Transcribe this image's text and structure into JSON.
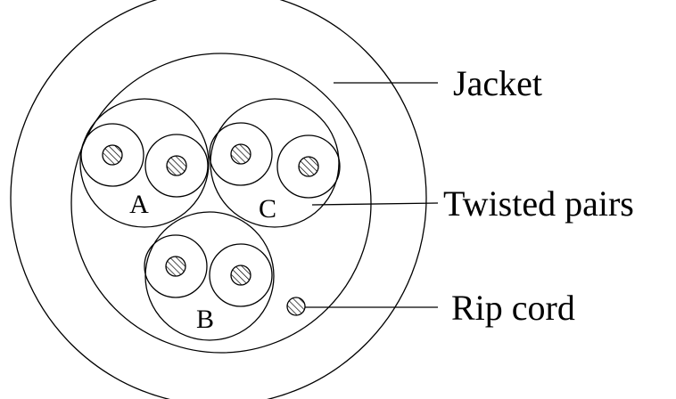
{
  "labels": {
    "jacket": "Jacket",
    "twisted_pairs": "Twisted pairs",
    "rip_cord": "Rip cord"
  },
  "pairs": [
    {
      "id": "A",
      "label": "A"
    },
    {
      "id": "B",
      "label": "B"
    },
    {
      "id": "C",
      "label": "C"
    }
  ]
}
